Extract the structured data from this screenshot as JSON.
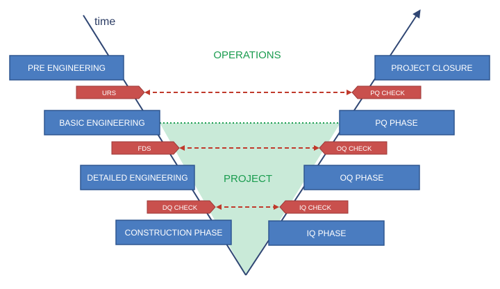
{
  "axis_label": "time",
  "regions": {
    "operations": "OPERATIONS",
    "project": "PROJECT"
  },
  "left_phases": [
    "PRE ENGINEERING",
    "BASIC ENGINEERING",
    "DETAILED ENGINEERING",
    "CONSTRUCTION PHASE"
  ],
  "right_phases": [
    "PROJECT CLOSURE",
    "PQ PHASE",
    "OQ PHASE",
    "IQ PHASE"
  ],
  "left_tags": [
    "URS",
    "FDS",
    "DQ CHECK"
  ],
  "right_tags": [
    "PQ CHECK",
    "OQ CHECK",
    "IQ CHECK"
  ],
  "colors": {
    "box_fill": "#4a7cc0",
    "box_stroke": "#2f5690",
    "tag_fill": "#c9504d",
    "tag_stroke": "#9c3a38",
    "v_line": "#2f4673",
    "triangle_fill": "#c9ead8",
    "dashed_arrow": "#c0392b",
    "dotted_line": "#1a9c4f",
    "label_green": "#1a9c4f"
  }
}
